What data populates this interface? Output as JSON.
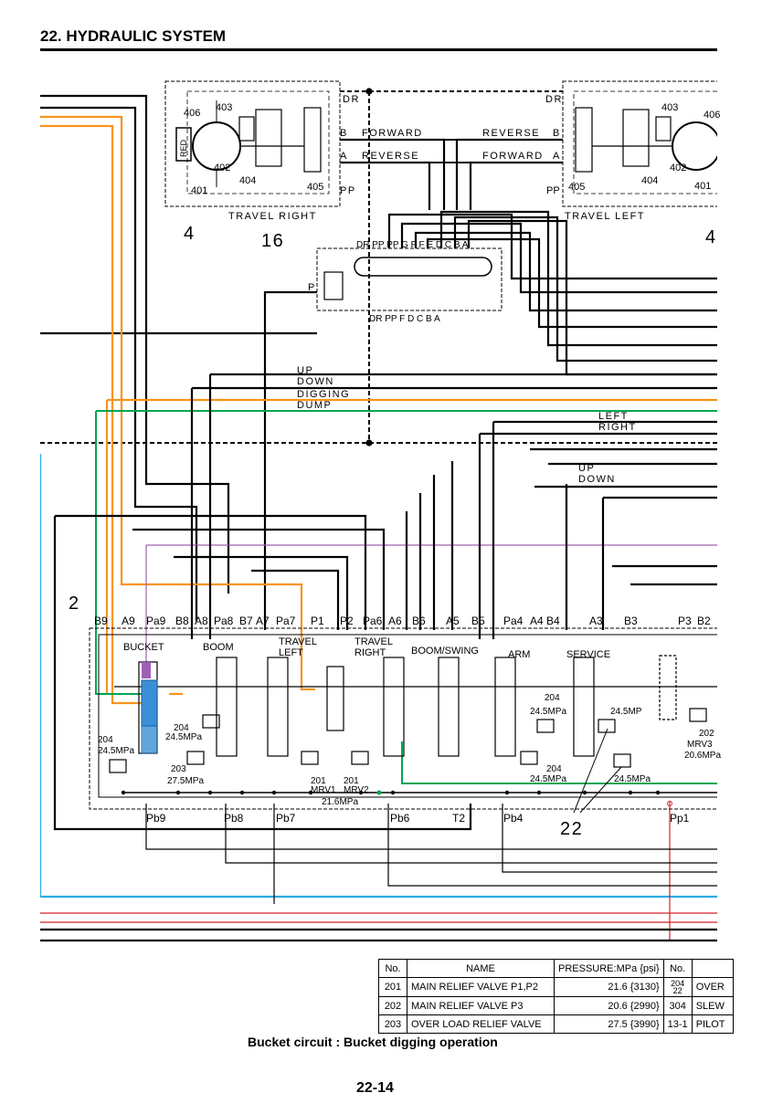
{
  "header": {
    "title": "22. HYDRAULIC SYSTEM"
  },
  "diagram": {
    "travel_right": {
      "title": "TRAVEL RIGHT",
      "ports": [
        "DR",
        "B",
        "A",
        "PP"
      ],
      "labels": [
        "FORWARD",
        "REVERSE"
      ],
      "parts": [
        "406",
        "403",
        "402",
        "404",
        "405",
        "401"
      ],
      "red": "RED"
    },
    "travel_left": {
      "title": "TRAVEL LEFT",
      "ports": [
        "DR",
        "B",
        "A",
        "PP"
      ],
      "labels": [
        "REVERSE",
        "FORWARD"
      ],
      "parts": [
        "403",
        "406",
        "402",
        "404",
        "405",
        "401"
      ]
    },
    "callouts": [
      "4",
      "16",
      "4",
      "2",
      "22"
    ],
    "swivel_top": "DR PP PP G F F E D C B A",
    "swivel_bottom": "DR PP F D C B A",
    "swivel_p": "P",
    "line_labels": [
      "UP",
      "DOWN",
      "DIGGING",
      "DUMP",
      "LEFT",
      "RIGHT",
      "UP",
      "DOWN"
    ],
    "mcv_ports_top": [
      "B9",
      "A9",
      "Pa9",
      "B8",
      "A8",
      "Pa8",
      "B7",
      "A7",
      "Pa7",
      "P1",
      "P2",
      "Pa6",
      "A6",
      "B6",
      "A5",
      "B5",
      "Pa4",
      "A4",
      "B4",
      "A3",
      "B3",
      "P3",
      "B2"
    ],
    "mcv_ports_bottom": [
      "Pb9",
      "Pb8",
      "Pb7",
      "Pb6",
      "T2",
      "Pb4",
      "Pp1"
    ],
    "spools": [
      "BUCKET",
      "BOOM",
      "TRAVEL LEFT",
      "TRAVEL RIGHT",
      "BOOM/SWING",
      "ARM",
      "SERVICE"
    ],
    "valve_labels": [
      "204",
      "24.5MPa",
      "204",
      "24.5MPa",
      "203",
      "27.5MPa",
      "201",
      "MRV1",
      "201",
      "MRV2",
      "21.6MPa",
      "204",
      "24.5MPa",
      "204",
      "24.5MPa",
      "24.5MP",
      "24.5MPa",
      "202",
      "MRV3",
      "20.6MPa"
    ]
  },
  "legend": {
    "headers": [
      "No.",
      "NAME",
      "PRESSURE:MPa {psi}",
      "No.",
      ""
    ],
    "rows": [
      {
        "no": "201",
        "name": "MAIN RELIEF VALVE P1,P2",
        "pressure": "21.6 {3130}",
        "no2a": "204",
        "no2b": "22",
        "name2": "OVER"
      },
      {
        "no": "202",
        "name": "MAIN RELIEF VALVE P3",
        "pressure": "20.6 {2990}",
        "no2": "304",
        "name2": "SLEW"
      },
      {
        "no": "203",
        "name": "OVER LOAD RELIEF VALVE",
        "pressure": "27.5 {3990}",
        "no2": "13-1",
        "name2": "PILOT"
      }
    ]
  },
  "caption": "Bucket circuit : Bucket digging operation",
  "page_number": "22-14",
  "colors": {
    "orange": "#f7941d",
    "green": "#00a651",
    "blue": "#29abe2",
    "purple": "#a05fb4",
    "red": "#d2232a",
    "spool_blue": "#3a8fd6",
    "black": "#000000"
  }
}
